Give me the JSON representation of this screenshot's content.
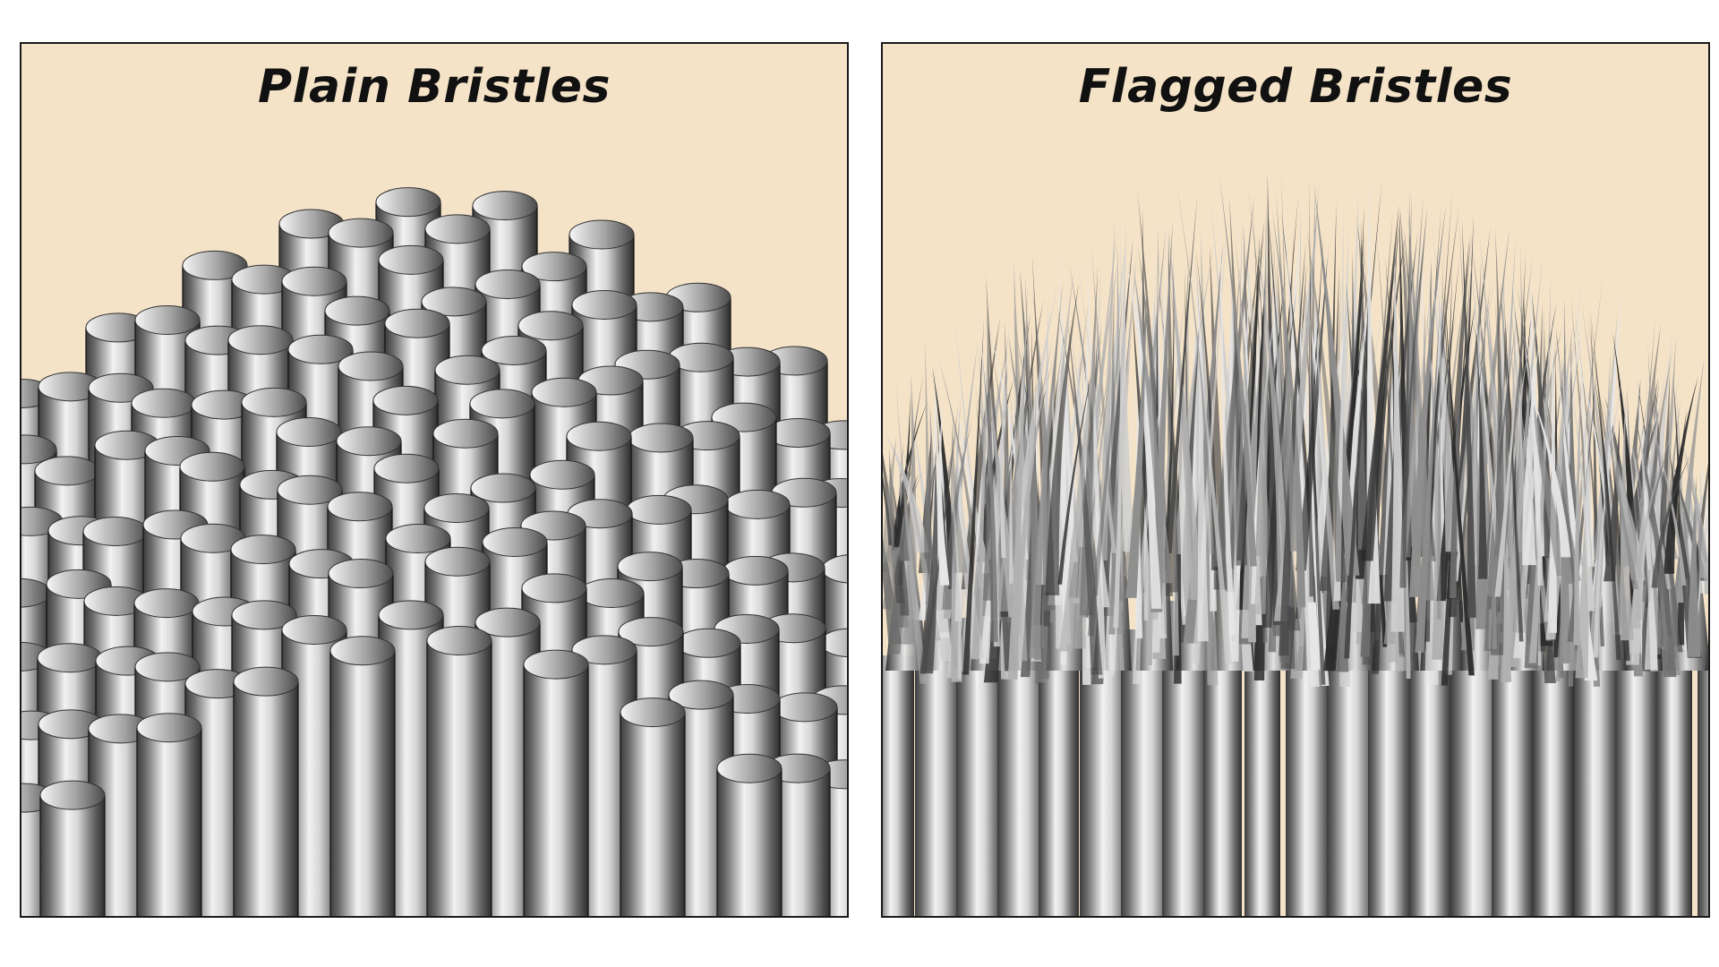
{
  "figure": {
    "background_color": "#f5e3c8",
    "bristle_color": "#9a9a9a",
    "panels": [
      {
        "title": "Plain Bristles",
        "style": "cylinders"
      },
      {
        "title": "Flagged Bristles",
        "style": "split-tips"
      }
    ]
  }
}
